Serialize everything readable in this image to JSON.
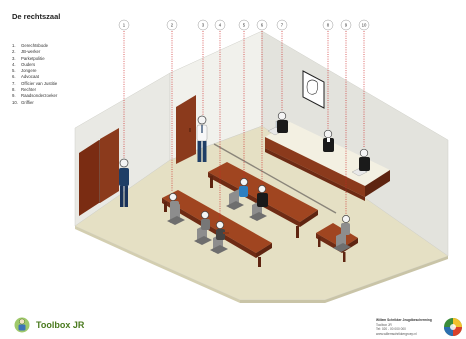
{
  "title": "De rechtszaal",
  "legend": [
    {
      "num": "1.",
      "label": "Gerechtsbode"
    },
    {
      "num": "2.",
      "label": "JB-werker"
    },
    {
      "num": "3.",
      "label": "Parketpolitie"
    },
    {
      "num": "4.",
      "label": "Ouders"
    },
    {
      "num": "5.",
      "label": "Jongere"
    },
    {
      "num": "6.",
      "label": "Advocaat"
    },
    {
      "num": "7.",
      "label": "Officier van Justitie"
    },
    {
      "num": "8.",
      "label": "Rechter"
    },
    {
      "num": "9.",
      "label": "Raadsonderzoeker"
    },
    {
      "num": "10.",
      "label": "Griffier"
    }
  ],
  "markers": [
    "1",
    "2",
    "3",
    "4",
    "5",
    "6",
    "7",
    "8",
    "9",
    "10"
  ],
  "brand": {
    "name": "Toolbox JR",
    "icon": "toolbox-logo-icon"
  },
  "credits": {
    "line1": "Willem Schrikker Jeugdbescherming",
    "line2": "Toolbox JR",
    "line3": "Tel: 020 - 00 000 000",
    "line4": "www.willemschrikkergroep.nl"
  },
  "colors": {
    "wall": "#e9e9e4",
    "wall_dark": "#d9d9d3",
    "floor": "#e5e0c4",
    "wood": "#8b3a1c",
    "wood_dark": "#5e2410",
    "leader": "#cc2222",
    "brand_green": "#4a7a1e"
  }
}
